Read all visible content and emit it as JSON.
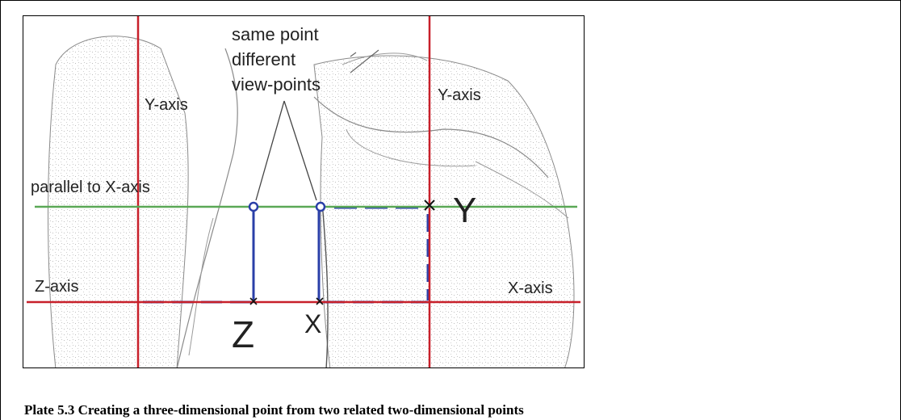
{
  "figure": {
    "annotation": [
      "same point",
      "different",
      "view-points"
    ],
    "left_y_axis_label": "Y-axis",
    "right_y_axis_label": "Y-axis",
    "parallel_label": "parallel to X-axis",
    "z_axis_label": "Z-axis",
    "x_axis_label": "X-axis",
    "big_y": "Y",
    "big_z": "Z",
    "big_x": "X",
    "colors": {
      "axis_red": "#c8202a",
      "parallel_green": "#5aa856",
      "construction_blue": "#2a3fa8",
      "sketch_gray": "#8a8a8a"
    }
  },
  "caption": "Plate 5.3 Creating a three-dimensional point from two related two-dimensional points"
}
